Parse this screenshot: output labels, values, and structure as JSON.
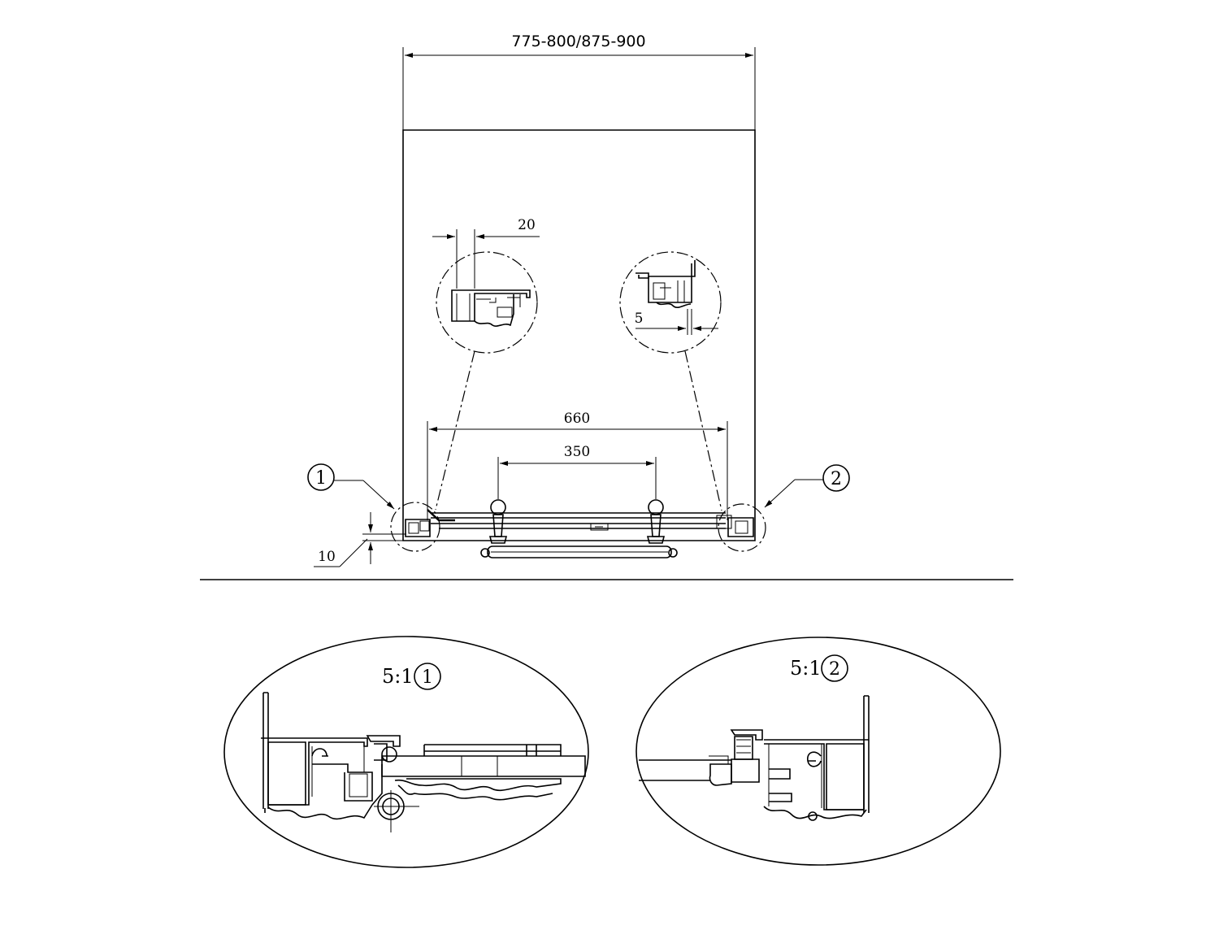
{
  "dimensions": {
    "overall_width": "775-800/875-900",
    "profile_gap_left": "20",
    "profile_gap_right": "5",
    "rail_length": "660",
    "handle_spacing": "350",
    "floor_gap": "10"
  },
  "callouts": {
    "left_marker": "1",
    "right_marker": "2"
  },
  "details": {
    "left": {
      "scale": "5:1",
      "marker": "1"
    },
    "right": {
      "scale": "5:1",
      "marker": "2"
    }
  }
}
